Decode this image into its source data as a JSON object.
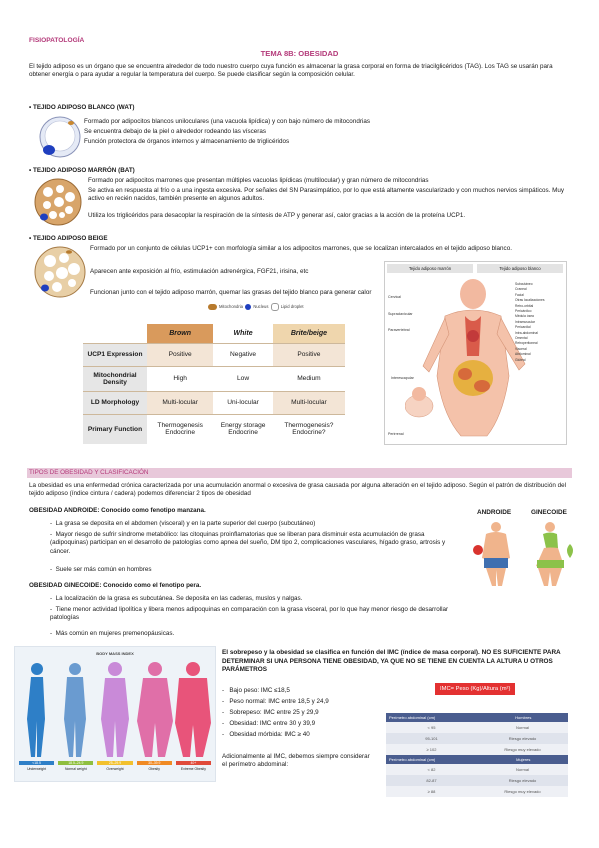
{
  "header": {
    "subject": "FISIOPATOLOGÍA",
    "title": "TEMA 8B: OBESIDAD"
  },
  "intro": "El tejido adiposo es un órgano que se encuentra alrededor de todo nuestro cuerpo cuya función es almacenar la grasa corporal en forma de triacilglicéridos (TAG). Los TAG se usarán para obtener energía o para ayudar a regular la temperatura del cuerpo. Se puede clasificar según la composición celular.",
  "wat": {
    "heading": "TEJIDO ADIPOSO BLANCO (WAT)",
    "lines": [
      "Formado por adipocitos blancos uniloculares (una vacuola lipídica) y con bajo número de mitocondrias",
      "Se encuentra debajo de la piel o alrededor rodeando las vísceras",
      "Función protectora de órganos internos y almacenamiento de triglicéridos"
    ]
  },
  "bat": {
    "heading": "TEJIDO ADIPOSO MARRÓN (BAT)",
    "lines": [
      "Formado por adipocitos marrones que presentan múltiples vacuolas lipídicas (multilocular) y gran número de mitocondrias",
      "Se activa en respuesta al frío o a una ingesta excesiva. Por señales del SN Parasimpático, por lo que está altamente vascularizado y con muchos nervios simpáticos. Muy activo en recién nacidos, también presente en algunos adultos.",
      "Utiliza los triglicéridos para desacoplar la respiración de la síntesis de ATP y generar así, calor gracias a la acción de la proteína UCP1."
    ]
  },
  "beige": {
    "heading": "TEJIDO ADIPOSO BEIGE",
    "line1": "Formado por un conjunto de células UCP1+ con morfología similar a los adipocitos marrones, que se localizan intercalados en el tejido adiposo blanco.",
    "line2": "Aparecen ante exposición al frío, estimulación adrenérgica, FGF21, irisina, etc",
    "line3": "Funcionan junto con el tejido adiposo marrón, quemar las grasas del tejido blanco para generar calor"
  },
  "legend": {
    "mito": "Mitochondria",
    "nucleus": "Nucleus",
    "lipid": "Lipid droplet"
  },
  "compare_table": {
    "headers": [
      "",
      "Brown",
      "White",
      "Brite/beige"
    ],
    "rows": [
      [
        "UCP1 Expression",
        "Positive",
        "Negative",
        "Positive"
      ],
      [
        "Mitochondrial Density",
        "High",
        "Low",
        "Medium"
      ],
      [
        "LD Morphology",
        "Multi-locular",
        "Uni-locular",
        "Multi-locular"
      ],
      [
        "Primary Function",
        "Thermogenesis Endocrine",
        "Energy storage Endocrine",
        "Thermogenesis? Endocrine?"
      ]
    ]
  },
  "body_figure": {
    "left_title": "Tejido adiposo marrón",
    "right_title": "Tejido adiposo blanco",
    "left_labels": [
      "Cervical",
      "Supraclavicular",
      "Paravertebral",
      "Interescapular",
      "Perirrenal"
    ],
    "right_labels": [
      "Subcutáneo",
      "Craneal",
      "Facial",
      "Otras localizaciones",
      "Retro-orbital",
      "Pericárdico",
      "Médula ósea",
      "Intramuscular",
      "Pericardial",
      "Intra-abdominal",
      "Omental",
      "Retroperitoneal",
      "Visceral",
      "Abdominal",
      "Glúteal"
    ]
  },
  "section2": {
    "heading": "TIPOS DE OBESIDAD Y CLASIFICACIÓN",
    "intro": "La obesidad es una enfermedad crónica caracterizada por una acumulación anormal o excesiva de grasa causada por alguna alteración en el tejido adiposo. Según el patrón de distribución del tejido adiposo (índice cintura / cadera) podemos diferenciar 2 tipos de obesidad",
    "android_heading": "OBESIDAD ANDROIDE: Conocido como fenotipo manzana.",
    "android_items": [
      "La grasa se deposita en el abdomen (visceral) y en la parte superior del cuerpo (subcutáneo)",
      "Mayor riesgo de sufrir síndrome metabólico: las citoquinas proinflamatorias que se liberan para disminuir esta acumulación de grasa (adipoquinas) participan en el desarrollo de patologías como apnea del sueño, DM tipo 2, complicaciones vasculares, hígado graso, artrosis y cáncer.",
      "Suele ser más común en hombres"
    ],
    "gynoid_heading": "OBESIDAD GINECOIDE: Conocido como el fenotipo pera.",
    "gynoid_items": [
      "La localización de la grasa es subcutánea. Se deposita en las caderas, muslos y nalgas.",
      "Tiene menor actividad lipolítica y libera menos adipoquinas en comparación con la grasa visceral, por lo que hay menor riesgo de desarrollar patologías",
      "Más común en mujeres premenopáusicas."
    ],
    "android_label": "ANDROIDE",
    "gynoid_label": "GINECOIDE"
  },
  "bmi": {
    "chart_title": "BODY MASS INDEX",
    "categories": [
      {
        "range": "<18.5",
        "label": "Underweight",
        "color": "#2e7fc7"
      },
      {
        "range": "18.5–24.9",
        "label": "Normal weight",
        "color": "#8fbf3f"
      },
      {
        "range": "25–29.9",
        "label": "Overweight",
        "color": "#f2c12e"
      },
      {
        "range": "30–39.9",
        "label": "Obesity",
        "color": "#f08a24"
      },
      {
        "range": "40+",
        "label": "Extreme Obesity",
        "color": "#e04a3a"
      }
    ],
    "statement": "El sobrepeso y la obesidad se clasifica en función del IMC (índice de masa corporal). NO ES SUFICIENTE PARA DETERMINAR SI UNA PERSONA TIENE OBESIDAD, YA QUE NO SE TIENE EN CUENTA LA ALTURA U OTROS PARÁMETROS",
    "items": [
      "Bajo peso: IMC ≤18,5",
      "Peso normal: IMC entre 18,5 y 24,9",
      "Sobrepeso: IMC entre 25 y 29,9",
      "Obesidad: IMC entre 30 y 39,9",
      "Obesidad mórbida: IMC ≥ 40"
    ],
    "formula": "IMC= Peso (Kg)/Altura (m²)",
    "perimeter_text": "Adicionalmente al IMC, debemos siempre considerar el perímetro abdominal:"
  },
  "perimeter_table": {
    "h_men": [
      "Perímetro abdominal (cm)",
      "Hombres"
    ],
    "men": [
      [
        "< 95",
        "Normal"
      ],
      [
        "95-101",
        "Riesgo elevado"
      ],
      [
        "≥ 102",
        "Riesgo muy elevado"
      ]
    ],
    "h_women": [
      "Perímetro abdominal (cm)",
      "Mujeres"
    ],
    "women": [
      [
        "< 82",
        "Normal"
      ],
      [
        "82-87",
        "Riesgo elevado"
      ],
      [
        "≥ 88",
        "Riesgo muy elevado"
      ]
    ]
  },
  "colors": {
    "accent": "#b43a7a",
    "section_band": "#e8c8da",
    "table_brown": "#d99a5c",
    "perim_header": "#4a5d8f"
  }
}
